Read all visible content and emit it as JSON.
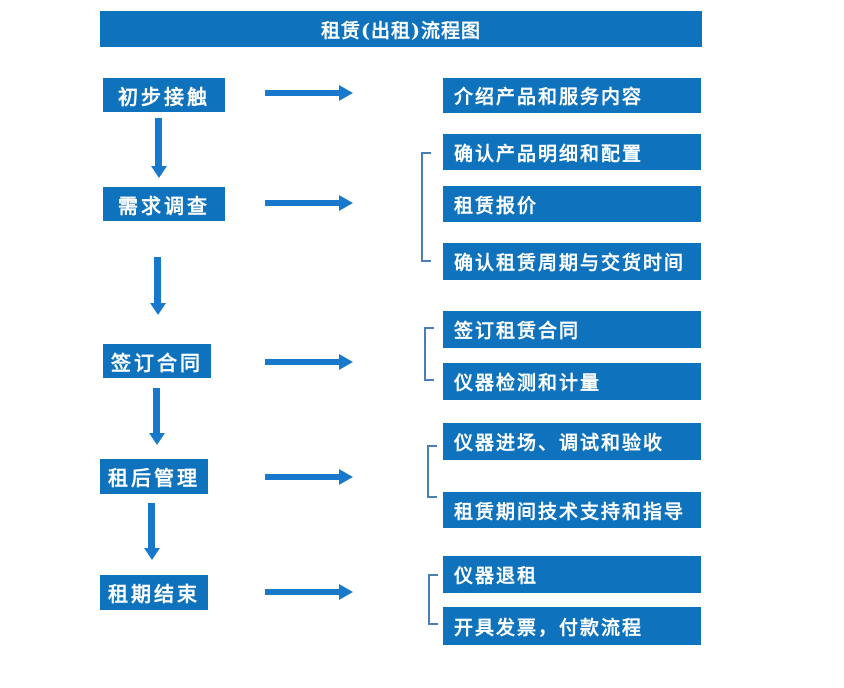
{
  "title": "租赁(出租)流程图",
  "colors": {
    "box_blue": "#0e72bd",
    "arrow_blue": "#1878cc",
    "bracket_blue": "#4a7fb5",
    "text_white": "#ffffff",
    "background": "#ffffff"
  },
  "rows": [
    {
      "step": "初步接触",
      "details": [
        "介绍产品和服务内容"
      ]
    },
    {
      "step": "需求调查",
      "details": [
        "确认产品明细和配置",
        "租赁报价",
        "确认租赁周期与交货时间"
      ]
    },
    {
      "step": "签订合同",
      "details": [
        "签订租赁合同",
        "仪器检测和计量"
      ]
    },
    {
      "step": "租后管理",
      "details": [
        "仪器进场、调试和验收",
        "租赁期间技术支持和指导"
      ]
    },
    {
      "step": "租期结束",
      "details": [
        "仪器退租",
        "开具发票，付款流程"
      ]
    }
  ]
}
